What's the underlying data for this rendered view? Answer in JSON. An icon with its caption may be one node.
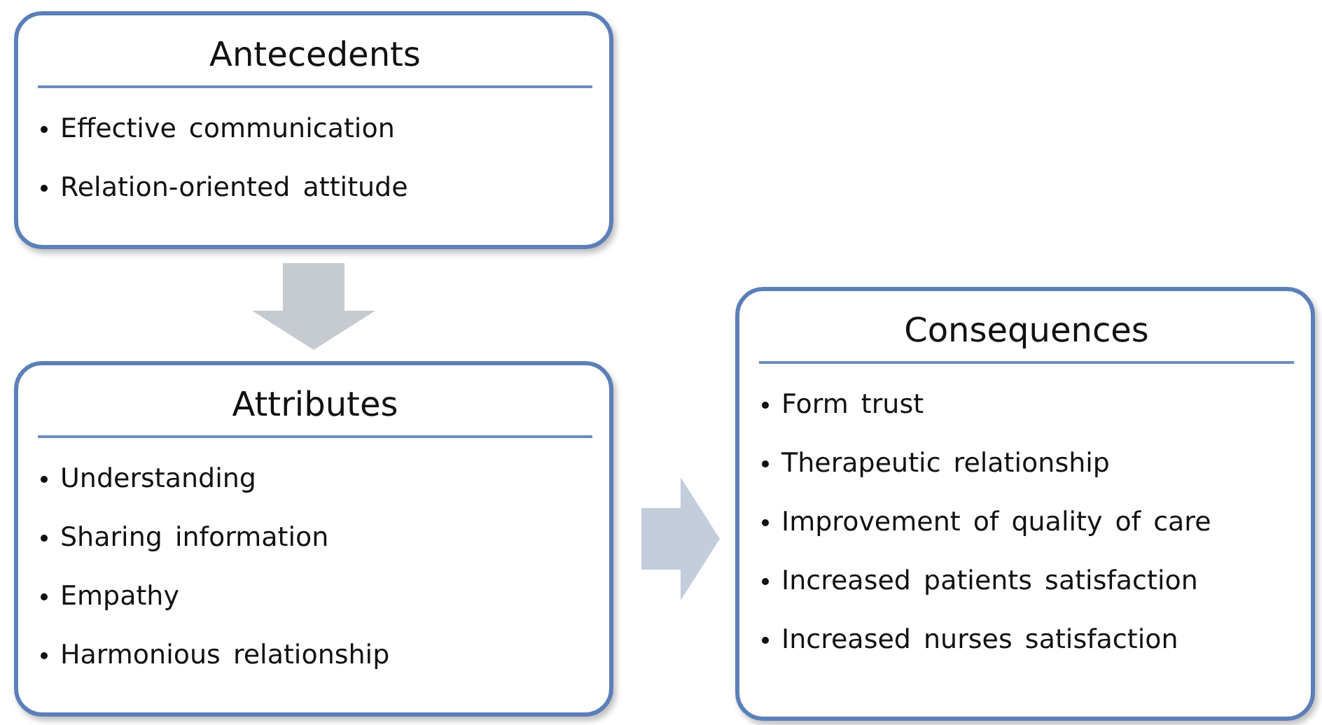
{
  "diagram": {
    "nodes": [
      {
        "text": [
          "Antecedents",
          "Effective communication",
          "Relation-oriented attitude"
        ]
      },
      {
        "text": [
          "Attributes",
          "Understanding",
          "Sharing information",
          "Empathy",
          "Harmonious relationship"
        ]
      },
      {
        "text": [
          "Consequences",
          "Form trust",
          "Therapeutic relationship",
          "Improvement of quality of care",
          "Increased patients satisfaction",
          "Increased nurses satisfaction"
        ]
      }
    ],
    "edges": [
      {
        "from": 0,
        "to": 1,
        "arrow": "to"
      },
      {
        "from": 1,
        "to": 2,
        "arrow": "to"
      }
    ]
  }
}
